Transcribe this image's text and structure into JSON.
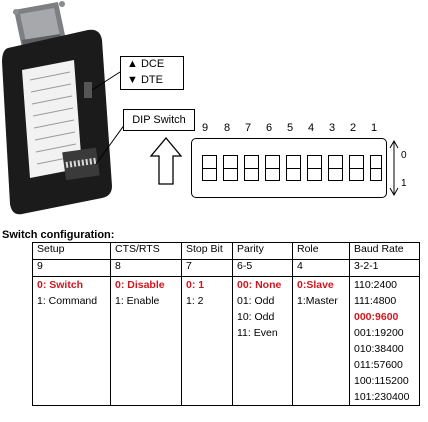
{
  "callouts": {
    "dce": "DCE",
    "dte": "DTE",
    "dip_switch": "DIP Switch"
  },
  "dip": {
    "numbers": [
      "9",
      "8",
      "7",
      "6",
      "5",
      "4",
      "3",
      "2",
      "1"
    ],
    "on_label": "0",
    "off_label": "1"
  },
  "config": {
    "title": "Switch configuration:",
    "headers": [
      "Setup",
      "CTS/RTS",
      "Stop Bit",
      "Parity",
      "Role",
      "Baud Rate"
    ],
    "switch_index": [
      "9",
      "8",
      "7",
      "6-5",
      "4",
      "3-2-1"
    ],
    "columns": [
      [
        {
          "text": "0: Switch",
          "hl": true
        },
        {
          "text": "1: Command",
          "hl": false
        }
      ],
      [
        {
          "text": "0: Disable",
          "hl": true
        },
        {
          "text": "1: Enable",
          "hl": false
        }
      ],
      [
        {
          "text": "0: 1",
          "hl": true
        },
        {
          "text": "1: 2",
          "hl": false
        }
      ],
      [
        {
          "text": "00: None",
          "hl": true
        },
        {
          "text": "01: Odd",
          "hl": false
        },
        {
          "text": "10: Odd",
          "hl": false
        },
        {
          "text": "11: Even",
          "hl": false
        }
      ],
      [
        {
          "text": "0:Slave",
          "hl": true
        },
        {
          "text": "1:Master",
          "hl": false
        }
      ],
      [
        {
          "text": "110:2400",
          "hl": false
        },
        {
          "text": "111:4800",
          "hl": false
        },
        {
          "text": "000:9600",
          "hl": true
        },
        {
          "text": "001:19200",
          "hl": false
        },
        {
          "text": "010:38400",
          "hl": false
        },
        {
          "text": "011:57600",
          "hl": false
        },
        {
          "text": "100:115200",
          "hl": false
        },
        {
          "text": "101:230400",
          "hl": false
        }
      ]
    ]
  },
  "colors": {
    "highlight": "#d0171f",
    "device_body": "#1b1b1b",
    "connector": "#8d8f92"
  }
}
